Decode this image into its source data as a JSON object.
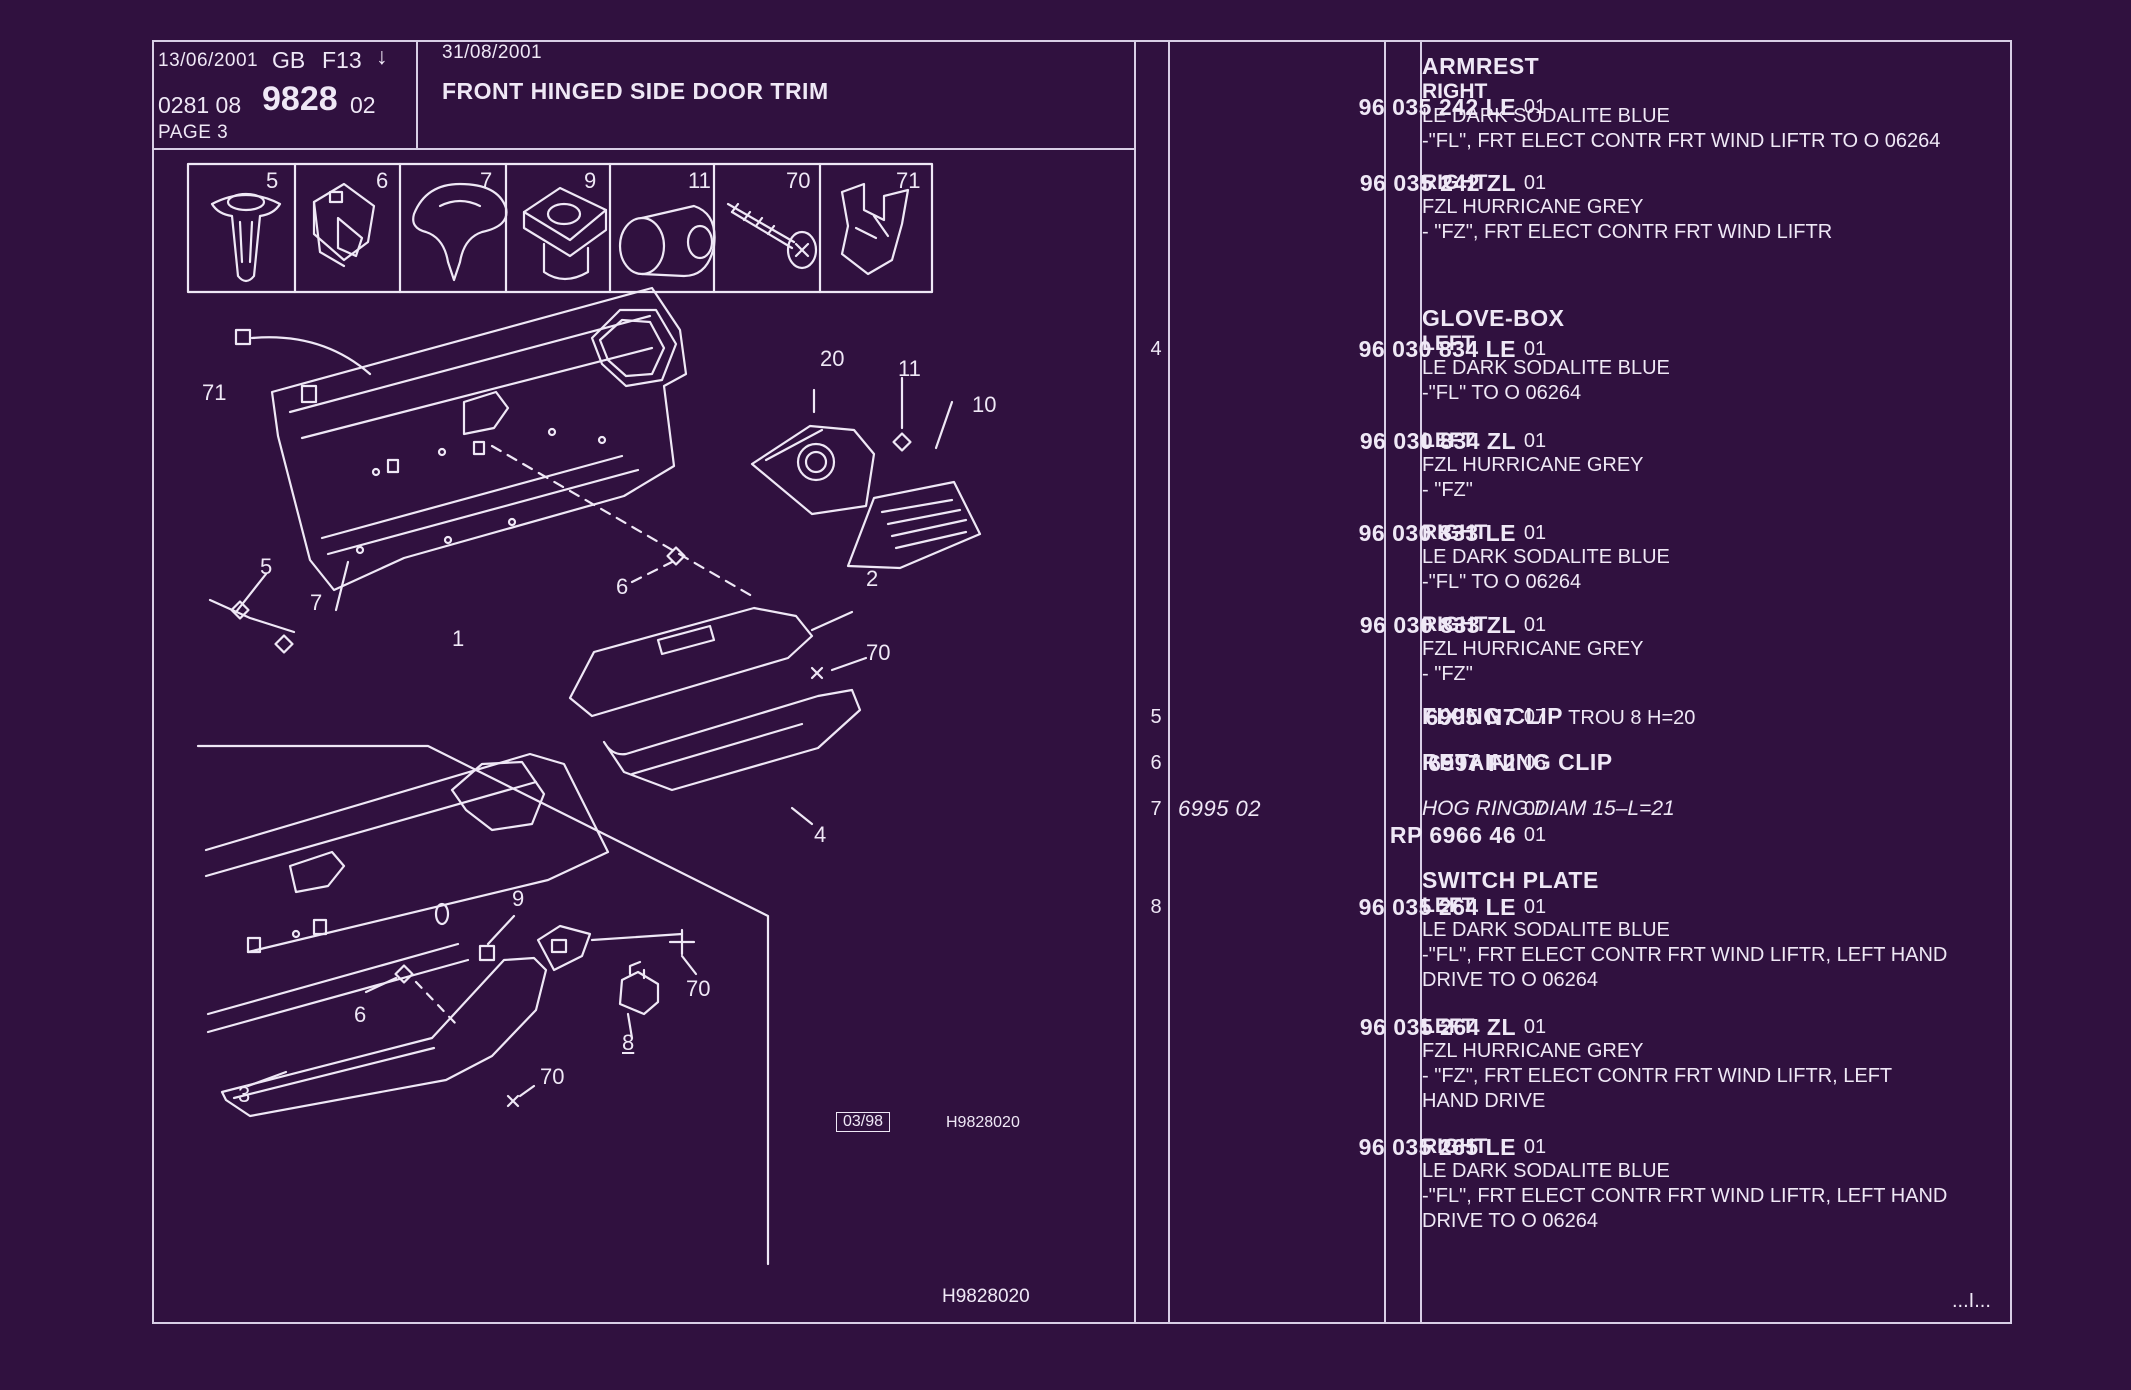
{
  "header": {
    "date_left": "13/06/2001",
    "lang": "GB",
    "code": "F13",
    "arrow": "↓",
    "date_right": "31/08/2001",
    "ref_prefix": "0281  08",
    "ref_main": "9828",
    "ref_suffix": "02",
    "page": "PAGE  3",
    "title": "FRONT HINGED SIDE DOOR TRIM"
  },
  "fasteners": [
    {
      "num": "5",
      "icon": "push-clip-icon"
    },
    {
      "num": "6",
      "icon": "retaining-clip-icon"
    },
    {
      "num": "7",
      "icon": "hog-ring-icon"
    },
    {
      "num": "9",
      "icon": "nut-clip-icon"
    },
    {
      "num": "11",
      "icon": "grommet-icon"
    },
    {
      "num": "70",
      "icon": "screw-icon"
    },
    {
      "num": "71",
      "icon": "spring-clip-icon"
    }
  ],
  "diagram": {
    "callouts": [
      "71",
      "20",
      "11",
      "10",
      "5",
      "7",
      "1",
      "6",
      "2",
      "70",
      "4",
      "9",
      "8",
      "3",
      "6",
      "70"
    ],
    "stamp_date": "03/98",
    "stamp_ref": "H9828020",
    "footer_ref": "H9828020"
  },
  "entries": [
    {
      "ref": "",
      "part": "96 035 242 LE",
      "qty": "01",
      "heading": "ARMREST",
      "name": "RIGHT",
      "name_extra": "",
      "lines": [
        "LE DARK SODALITE BLUE",
        "-\"FL\", FRT ELECT CONTR FRT WIND LIFTR TO  O  06264"
      ]
    },
    {
      "ref": "",
      "part": "96 035 242 ZL",
      "qty": "01",
      "heading": "",
      "name": "RIGHT",
      "name_extra": "",
      "lines": [
        "FZL HURRICANE GREY",
        "-       \"FZ\", FRT ELECT CONTR FRT WIND LIFTR"
      ]
    },
    {
      "ref": "4",
      "part": "96 030 834 LE",
      "qty": "01",
      "heading": "GLOVE-BOX",
      "name": "LEFT",
      "name_extra": "",
      "lines": [
        "LE DARK SODALITE BLUE",
        "-\"FL\" TO  O  06264"
      ]
    },
    {
      "ref": "",
      "part": "96 030 834 ZL",
      "qty": "01",
      "heading": "",
      "name": "LEFT",
      "name_extra": "",
      "lines": [
        "FZL HURRICANE GREY",
        "-       \"FZ\""
      ]
    },
    {
      "ref": "",
      "part": "96 030 833 LE",
      "qty": "01",
      "heading": "",
      "name": "RIGHT",
      "name_extra": "",
      "lines": [
        "LE DARK SODALITE BLUE",
        "-\"FL\" TO  O  06264"
      ]
    },
    {
      "ref": "",
      "part": "96 030 833 ZL",
      "qty": "01",
      "heading": "",
      "name": "RIGHT",
      "name_extra": "",
      "lines": [
        "FZL HURRICANE GREY",
        "-       \"FZ\""
      ]
    },
    {
      "ref": "5",
      "part": "6995 N7",
      "qty": "07",
      "heading": "",
      "name": "FIXING CLIP",
      "name_extra": "TROU 8 H=20",
      "lines": []
    },
    {
      "ref": "6",
      "part": "6997 F2",
      "qty": "06",
      "heading": "",
      "name": "RETAINING CLIP",
      "name_extra": "",
      "lines": []
    },
    {
      "ref": "7",
      "part": "6995 02",
      "qty": "07",
      "heading": "",
      "name": "HOG RING DIAM 15–L=21",
      "name_extra": "",
      "lines": [],
      "italic": true
    },
    {
      "ref": "",
      "part": "RP  6966 46",
      "qty": "01",
      "heading": "",
      "name": "",
      "name_extra": "",
      "lines": []
    },
    {
      "ref": "8",
      "part": "96 035 264 LE",
      "qty": "01",
      "heading": "SWITCH PLATE",
      "name": "LEFT",
      "name_extra": "",
      "lines": [
        "LE DARK SODALITE BLUE",
        "-\"FL\", FRT ELECT CONTR FRT WIND LIFTR, LEFT HAND",
        "DRIVE TO  O  06264"
      ]
    },
    {
      "ref": "",
      "part": "96 035 264 ZL",
      "qty": "01",
      "heading": "",
      "name": "LEFT",
      "name_extra": "",
      "lines": [
        "FZL HURRICANE GREY",
        "-       \"FZ\", FRT ELECT CONTR FRT WIND LIFTR, LEFT",
        "         HAND DRIVE"
      ]
    },
    {
      "ref": "",
      "part": "96 035 265 LE",
      "qty": "01",
      "heading": "",
      "name": "RIGHT",
      "name_extra": "",
      "lines": [
        "LE DARK SODALITE BLUE",
        "-\"FL\", FRT ELECT CONTR FRT WIND LIFTR, LEFT HAND",
        "DRIVE TO  O  06264"
      ]
    }
  ],
  "continuation": "...I..."
}
